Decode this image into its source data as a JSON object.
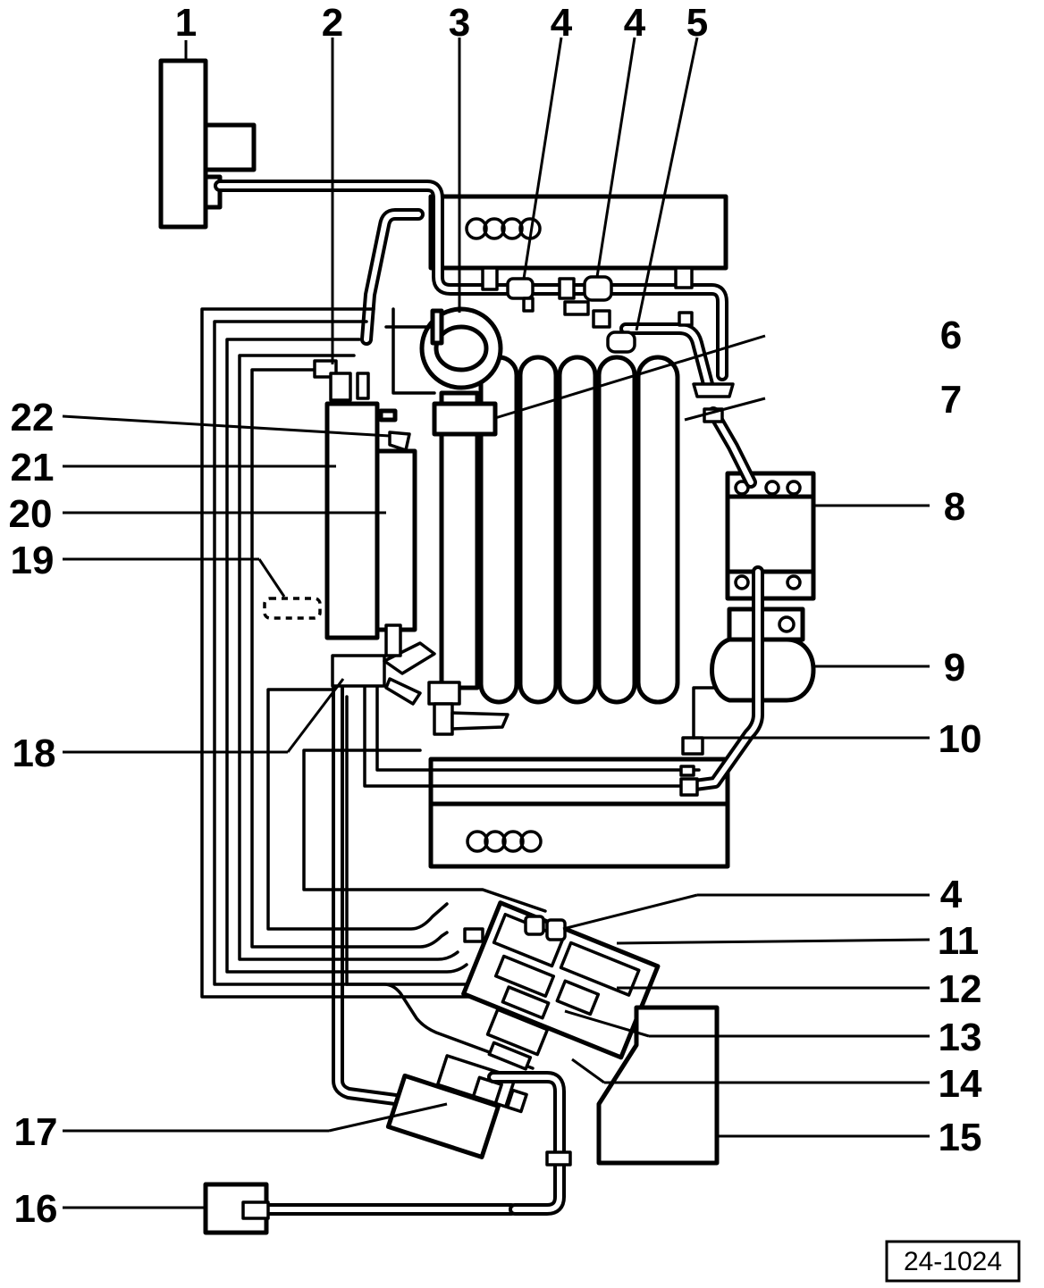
{
  "figure_id": "24-1024",
  "callouts": [
    "1",
    "2",
    "3",
    "4",
    "4",
    "5",
    "6",
    "7",
    "8",
    "9",
    "10",
    "11",
    "12",
    "13",
    "14",
    "15",
    "16",
    "17",
    "18",
    "19",
    "20",
    "21",
    "22",
    "4"
  ]
}
